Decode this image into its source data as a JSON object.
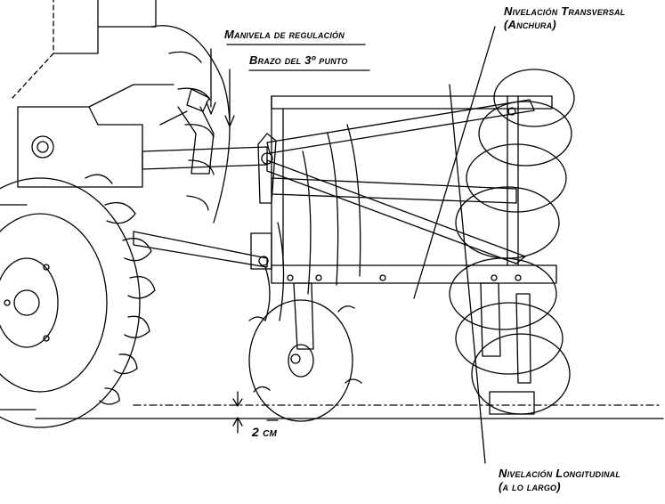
{
  "labels": {
    "manivela": "Manivela de regulación",
    "brazo": "Brazo del 3º punto",
    "transversal_line1": "Nivelación Transversal",
    "transversal_line2": "(Anchura)",
    "longitudinal_line1": "Nivelación Longitudinal",
    "longitudinal_line2": "(a lo largo)",
    "clearance": "2 cm"
  },
  "colors": {
    "ink": "#000000",
    "paper": "#ffffff"
  }
}
